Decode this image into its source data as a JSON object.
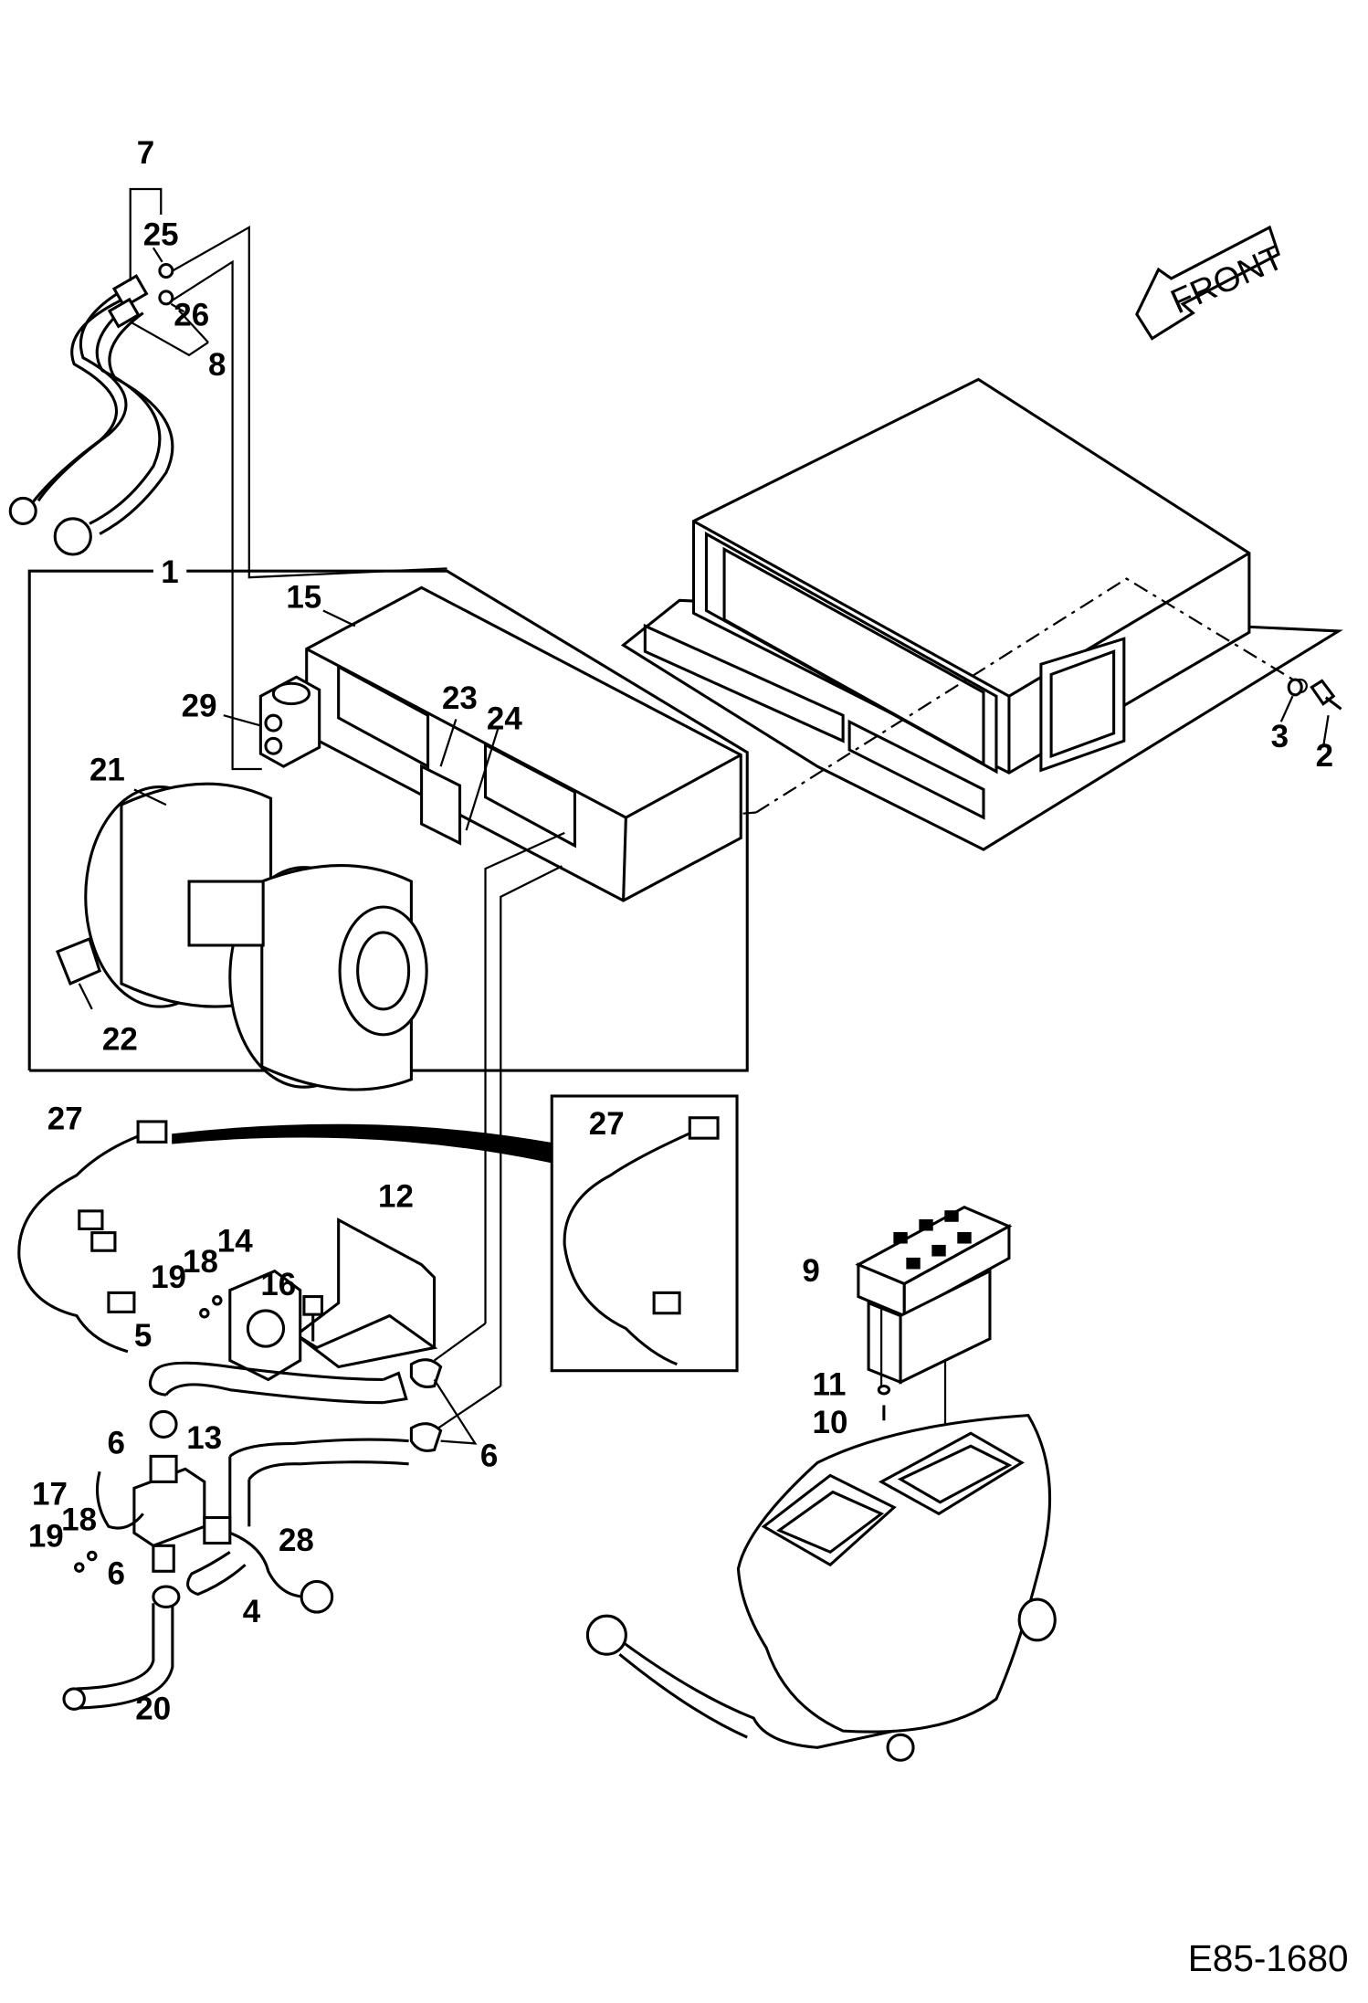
{
  "drawing_code": "E85-1680",
  "front_label": "FRONT",
  "callouts": [
    {
      "id": "c1",
      "text": "1"
    },
    {
      "id": "c2",
      "text": "2"
    },
    {
      "id": "c3",
      "text": "3"
    },
    {
      "id": "c4",
      "text": "4"
    },
    {
      "id": "c5",
      "text": "5"
    },
    {
      "id": "c6a",
      "text": "6"
    },
    {
      "id": "c6b",
      "text": "6"
    },
    {
      "id": "c6c",
      "text": "6"
    },
    {
      "id": "c7",
      "text": "7"
    },
    {
      "id": "c8",
      "text": "8"
    },
    {
      "id": "c9",
      "text": "9"
    },
    {
      "id": "c10",
      "text": "10"
    },
    {
      "id": "c11",
      "text": "11"
    },
    {
      "id": "c12",
      "text": "12"
    },
    {
      "id": "c13",
      "text": "13"
    },
    {
      "id": "c14",
      "text": "14"
    },
    {
      "id": "c15",
      "text": "15"
    },
    {
      "id": "c16",
      "text": "16"
    },
    {
      "id": "c17",
      "text": "17"
    },
    {
      "id": "c18a",
      "text": "18"
    },
    {
      "id": "c18b",
      "text": "18"
    },
    {
      "id": "c19a",
      "text": "19"
    },
    {
      "id": "c19b",
      "text": "19"
    },
    {
      "id": "c20",
      "text": "20"
    },
    {
      "id": "c21",
      "text": "21"
    },
    {
      "id": "c22",
      "text": "22"
    },
    {
      "id": "c23",
      "text": "23"
    },
    {
      "id": "c24",
      "text": "24"
    },
    {
      "id": "c25",
      "text": "25"
    },
    {
      "id": "c26",
      "text": "26"
    },
    {
      "id": "c27a",
      "text": "27"
    },
    {
      "id": "c27b",
      "text": "27"
    },
    {
      "id": "c28",
      "text": "28"
    },
    {
      "id": "c29",
      "text": "29"
    }
  ]
}
